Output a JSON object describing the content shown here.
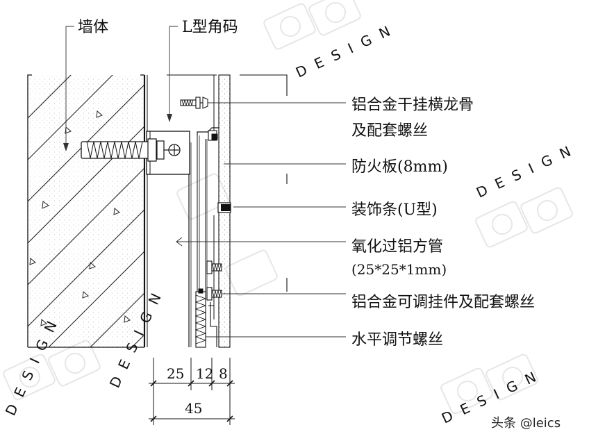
{
  "labels": {
    "wall": "墙体",
    "l_bracket": "L型角码",
    "keel_line1": "铝合金干挂横龙骨",
    "keel_line2": "及配套螺丝",
    "fireboard": "防火板(8mm)",
    "trim_strip": "装饰条(U型)",
    "tube_line1": "氧化过铝方管",
    "tube_line2": "(25*25*1mm)",
    "hanger": "铝合金可调挂件及配套螺丝",
    "leveling_screw": "水平调节螺丝"
  },
  "dimensions": {
    "gap_tube": "25",
    "gap_hanger": "12",
    "board": "8",
    "total": "45"
  },
  "watermark": {
    "text": "DESIGN",
    "logo": "C00"
  },
  "credit": "头条 @leics",
  "colors": {
    "line": "#111111",
    "leader": "#333333",
    "watermark": "#e4e4e4"
  }
}
